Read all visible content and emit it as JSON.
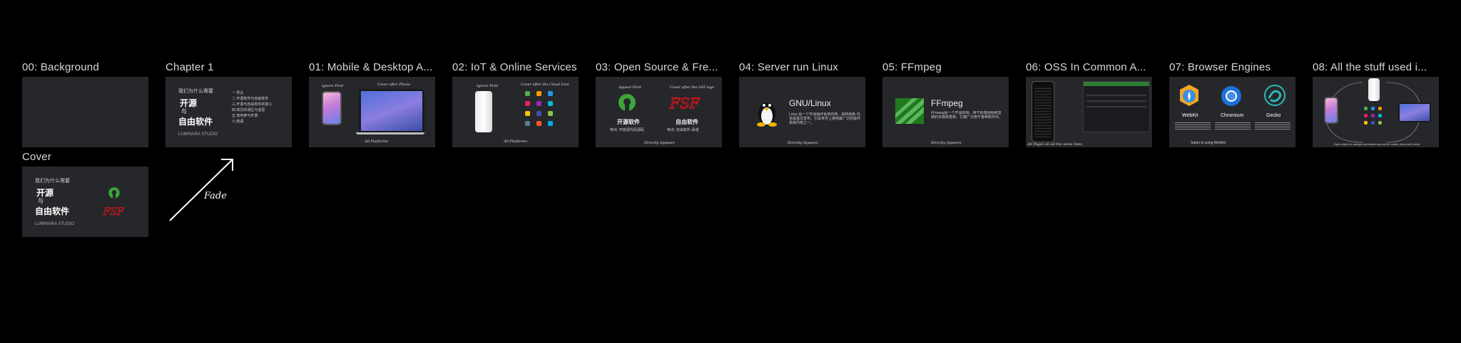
{
  "frames": [
    {
      "label": "00: Background"
    },
    {
      "label": "Chapter 1"
    },
    {
      "label": "01: Mobile & Desktop A..."
    },
    {
      "label": "02: IoT & Online Services"
    },
    {
      "label": "03: Open Source & Fre..."
    },
    {
      "label": "04: Server run Linux"
    },
    {
      "label": "05: FFmpeg"
    },
    {
      "label": "06: OSS In Common A..."
    },
    {
      "label": "07: Browser Engines"
    },
    {
      "label": "08: All the stuff used i..."
    },
    {
      "label": "Cover"
    }
  ],
  "chapter": {
    "question": "我们为什么需要",
    "title1": "开源",
    "title2": "与",
    "title3": "自由软件",
    "studio": "LUMINARA STUDIO",
    "toc": [
      "一.导言",
      "二.开源软件与自由软件",
      "三.开源与自由软件的意义",
      "四.常见的误区与迷思",
      "五.如何参与开源",
      "六.结语"
    ]
  },
  "slide01": {
    "left": "Ignore First",
    "right": "Cover after Phone",
    "bottom": "All Platforms"
  },
  "slide02": {
    "left": "Ignore First",
    "right": "Cover after the Cloud Icon",
    "bottom": "All Platforms"
  },
  "slide03": {
    "left_caption": "Appear First",
    "right_caption": "Cover after the OSI logo",
    "left_title": "开源软件",
    "right_title": "自由软件",
    "left_sub": "特点: 开放源代码源码",
    "right_sub": "特点: 自由软件·承诺",
    "bottom": "Directly Appears"
  },
  "slide04": {
    "title": "GNU/Linux",
    "body": "Linux 是一个开源操作系统内核，由林纳斯·托瓦兹首次发布。它是世界上使用最广泛的操作系统内核之一。",
    "bottom": "Directly Appears"
  },
  "slide05": {
    "title": "FFmpeg",
    "body": "FFmpeg是一个开源项目，用于处理视频和音频的多媒体框架。它被广泛用于各种软件中。",
    "bottom": "Directly Appears"
  },
  "slide06": {
    "bottom": "All Pages on all the same lines"
  },
  "slide07": {
    "engines": [
      "WebKit",
      "Chromium",
      "Gecko"
    ],
    "bottom": "Safari is using WebKit"
  },
  "slide08": {
    "bottom": "Open object is always connected around the center, they don't need"
  },
  "cover": {
    "question": "我们为什么需要",
    "title1": "开源",
    "title2": "与",
    "title3": "自由软件",
    "studio": "LUMINARA STUDIO"
  },
  "transition": {
    "label": "Fade"
  },
  "colors": {
    "background": "#000000",
    "thumb": "#26272b",
    "label": "#d8d8d8",
    "osi_green": "#3da639",
    "fsf_red": "#c4161c"
  }
}
